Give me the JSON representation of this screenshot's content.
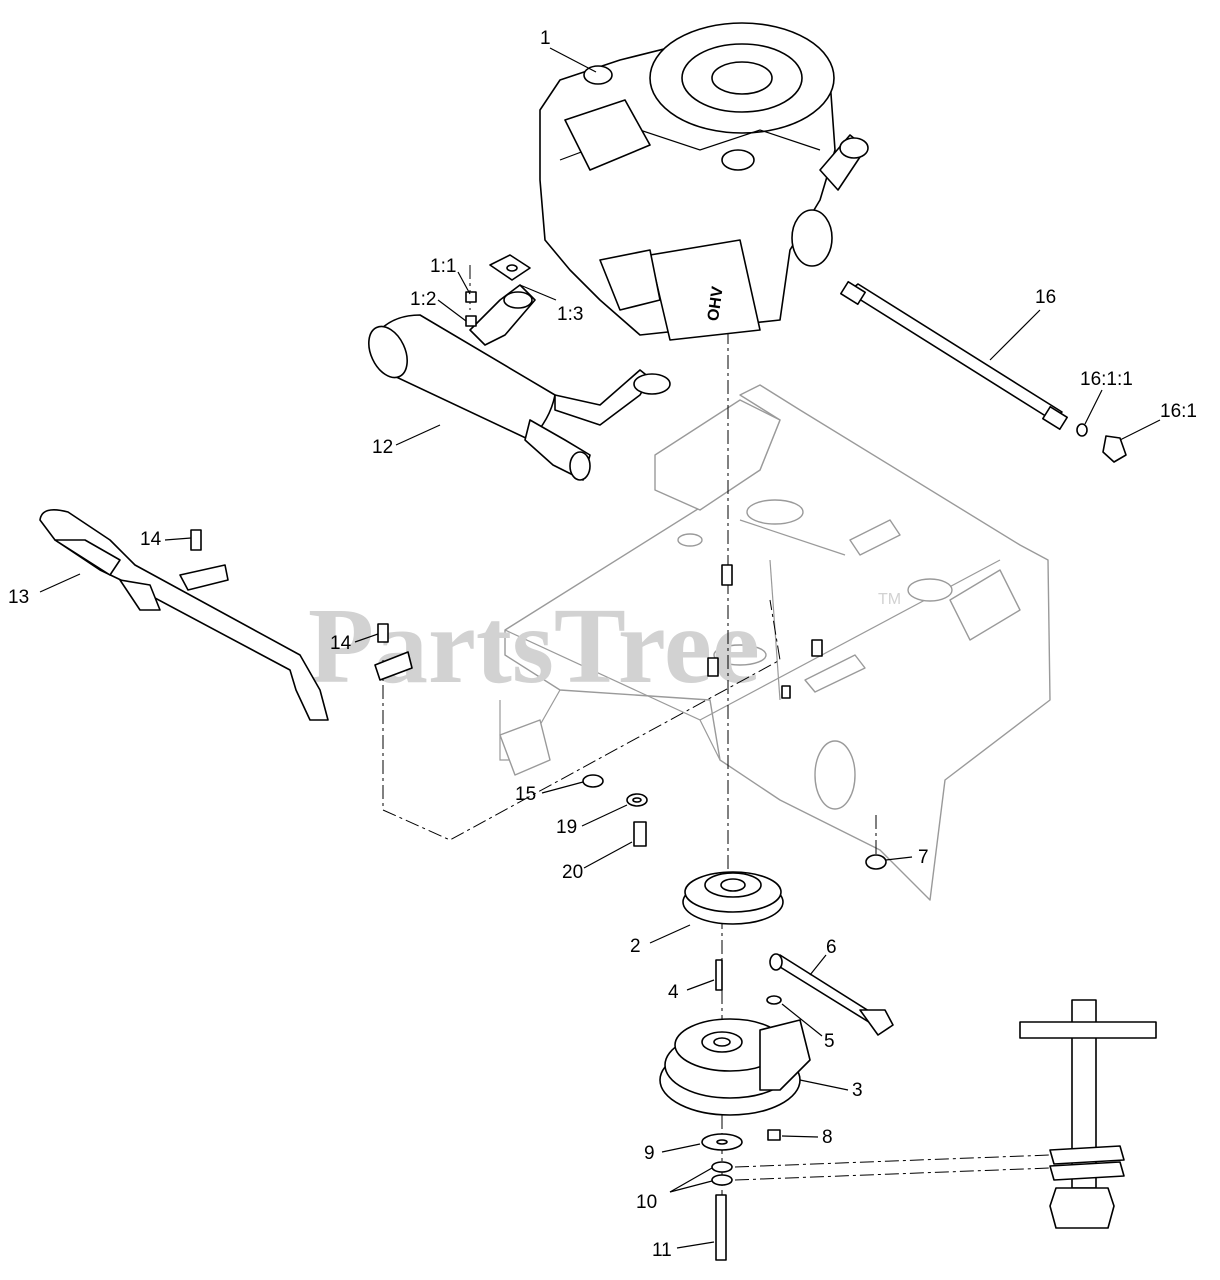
{
  "watermark": {
    "text": "PartsTree",
    "tm": "TM"
  },
  "engine_decal": "OHV",
  "callouts": {
    "c1": "1",
    "c1_1": "1:1",
    "c1_2": "1:2",
    "c1_3": "1:3",
    "c2": "2",
    "c3": "3",
    "c4": "4",
    "c5": "5",
    "c6": "6",
    "c7": "7",
    "c8": "8",
    "c9": "9",
    "c10": "10",
    "c11": "11",
    "c12": "12",
    "c13": "13",
    "c14a": "14",
    "c14b": "14",
    "c15": "15",
    "c16": "16",
    "c16_1_1": "16:1:1",
    "c16_1": "16:1",
    "c19": "19",
    "c20": "20"
  }
}
